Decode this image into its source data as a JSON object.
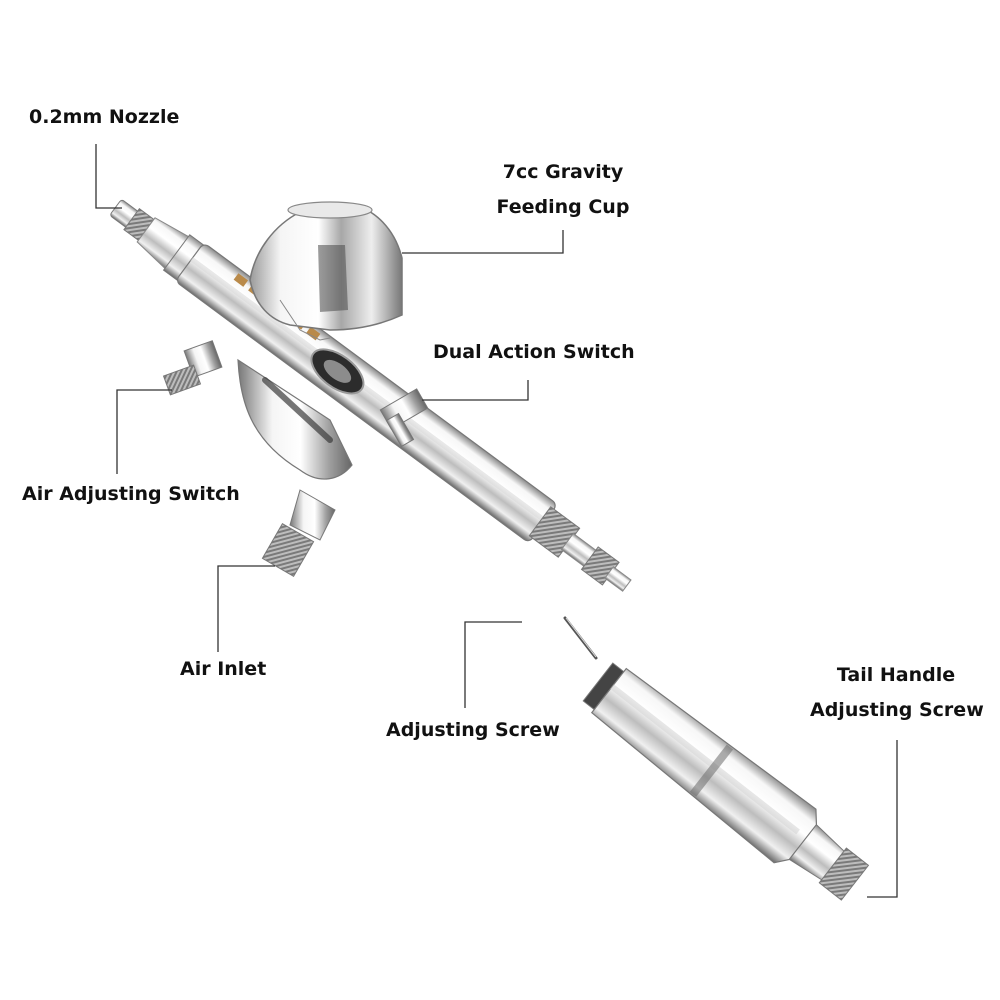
{
  "labels": {
    "nozzle": "0.2mm Nozzle",
    "cup_line1": "7cc Gravity",
    "cup_line2": "Feeding Cup",
    "dual_action": "Dual Action Switch",
    "air_adjusting": "Air Adjusting Switch",
    "air_inlet": "Air Inlet",
    "adjusting_screw": "Adjusting Screw",
    "tail_line1": "Tail Handle",
    "tail_line2": "Adjusting Screw"
  },
  "colors": {
    "text": "#111111",
    "leader": "#333333",
    "chrome_light": "#f4f4f4",
    "chrome_mid": "#c8c8c8",
    "chrome_dark": "#6e6e6e",
    "brand_gold": "#b98a4a"
  },
  "icons": {
    "airbrush": "airbrush-illustration",
    "tail_handle": "tail-handle-illustration",
    "needle": "needle-illustration"
  }
}
